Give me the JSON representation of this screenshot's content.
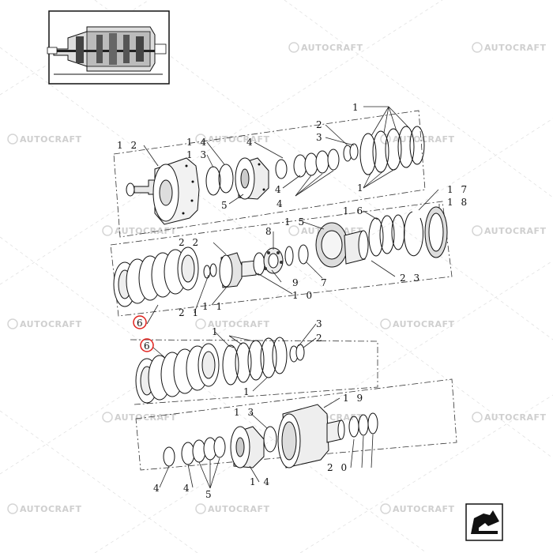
{
  "watermark": {
    "brand": "AUTOCRAFT"
  },
  "callouts": {
    "c1a": "1",
    "c2a": "2",
    "c3a": "3",
    "c12": "1 2",
    "c14a": "1 4",
    "c13a": "1 3",
    "c4a": "4",
    "c4b": "4",
    "c4c": "4",
    "c5a": "5",
    "c17": "1 7",
    "c18": "1 8",
    "c16": "1 6",
    "c15": "1 5",
    "c8": "8",
    "c22": "2 2",
    "c9": "9",
    "c7": "7",
    "c10": "1 0",
    "c21": "2 1",
    "c11": "1 1",
    "c23": "2 3",
    "c6a": "6",
    "c6b": "6",
    "c1b": "1",
    "c3b": "3",
    "c2b": "2",
    "c1c": "1",
    "c13b": "1 3",
    "c19": "1 9",
    "c4d": "4",
    "c4e": "4",
    "c5b": "5",
    "c14b": "1 4",
    "c20": "2 0"
  },
  "highlight_color": "#e0201b",
  "nav_icon": "next-page-arrow-icon"
}
